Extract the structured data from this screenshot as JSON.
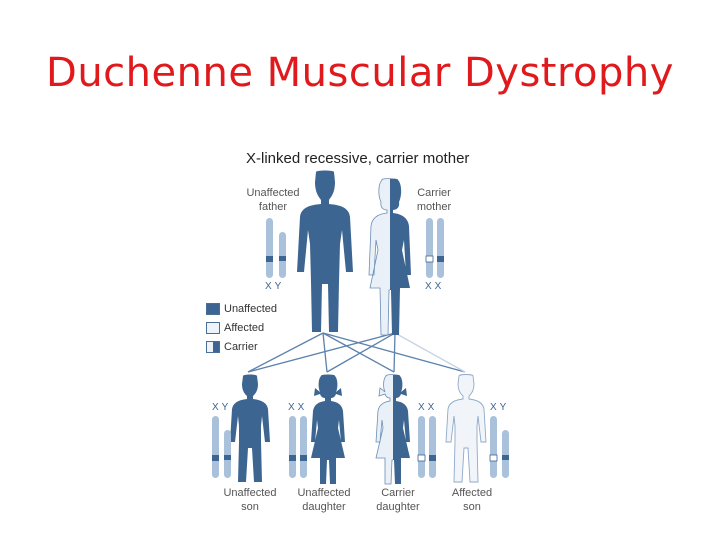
{
  "slide": {
    "title": "Duchenne Muscular Dystrophy"
  },
  "diagram": {
    "subtitle": "X-linked recessive, carrier mother",
    "parents": {
      "father": {
        "line1": "Unaffected",
        "line2": "father",
        "chromosomes": "XY"
      },
      "mother": {
        "line1": "Carrier",
        "line2": "mother",
        "chromosomes": "XX"
      }
    },
    "legend": [
      {
        "label": "Unaffected",
        "color": "#3d6592",
        "style": "filled"
      },
      {
        "label": "Affected",
        "color": "#eef3f9",
        "style": "empty"
      },
      {
        "label": "Carrier",
        "color": "#3d6592",
        "style": "half"
      }
    ],
    "children": [
      {
        "line1": "Unaffected",
        "line2": "son",
        "chromosomes": "XY"
      },
      {
        "line1": "Unaffected",
        "line2": "daughter",
        "chromosomes": "XX"
      },
      {
        "line1": "Carrier",
        "line2": "daughter",
        "chromosomes": "XX"
      },
      {
        "line1": "Affected",
        "line2": "son",
        "chromosomes": "XY"
      }
    ],
    "colors": {
      "title": "#e0191d",
      "filled": "#3d6592",
      "light": "#e9f0f7",
      "chromosome": "#a9c1db",
      "line": "#5c82ad"
    }
  }
}
